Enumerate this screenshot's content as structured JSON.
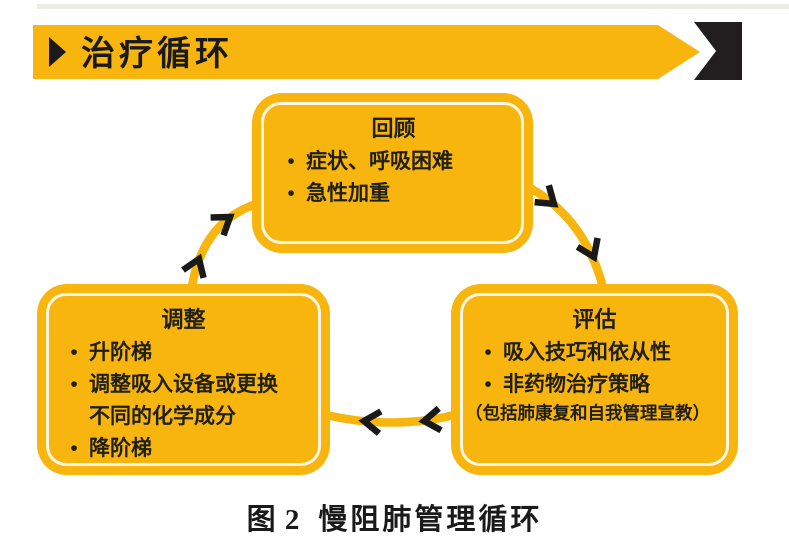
{
  "ui": {
    "bullet": "•"
  },
  "colors": {
    "gold": "#F8B50E",
    "ink": "#1A1A1A",
    "box_text": "#201F15",
    "banner_black": "#221E1F",
    "background": "#FFFFFF"
  },
  "banner": {
    "title": "治疗循环"
  },
  "cycle": {
    "review": {
      "title": "回顾",
      "bullets": [
        "症状、呼吸困难",
        "急性加重"
      ]
    },
    "assess": {
      "title": "评估",
      "bullets": [
        "吸入技巧和依从性",
        "非药物治疗策略"
      ],
      "note": "（包括肺康复和自我管理宣教）"
    },
    "adjust": {
      "title": "调整",
      "bullets": [
        "升阶梯",
        "调整吸入设备或更换不同的化学成分",
        "降阶梯"
      ]
    }
  },
  "caption": {
    "label": "图 2",
    "text": "慢阻肺管理循环"
  }
}
